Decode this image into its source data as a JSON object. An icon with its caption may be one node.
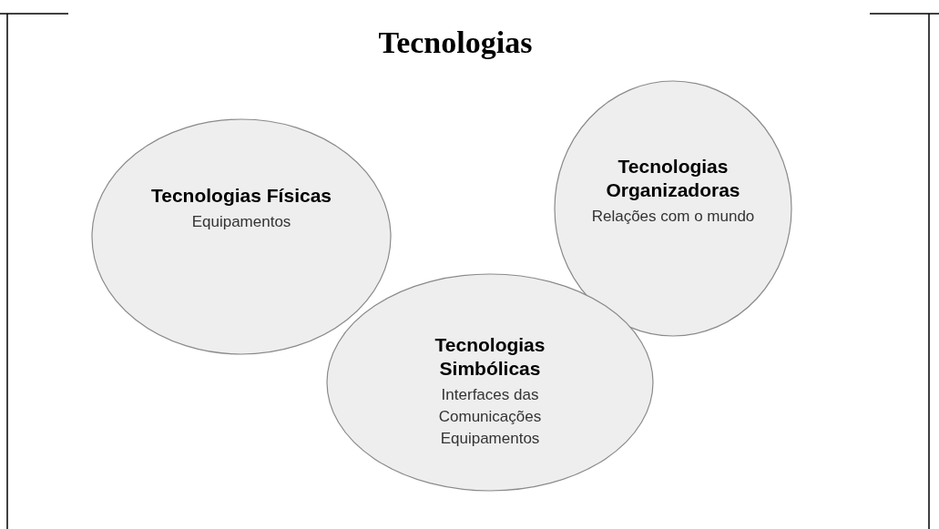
{
  "diagram": {
    "title": "Tecnologias",
    "nodes": [
      {
        "text": [
          "Tecnologias Físicas",
          "Equipamentos"
        ]
      },
      {
        "text": [
          "Tecnologias Organizadoras",
          "Relações com o mundo"
        ]
      },
      {
        "text": [
          "Tecnologias Simbólicas",
          "Interfaces das Comunicações Equipamentos"
        ]
      }
    ]
  }
}
